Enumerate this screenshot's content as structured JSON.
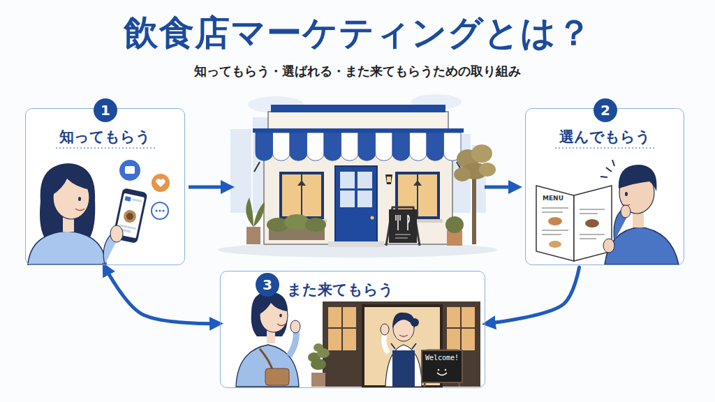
{
  "diagram": {
    "title": "飲食店マーケティングとは？",
    "nodes": [
      {
        "text": [
          "知ってもらう"
        ]
      },
      {
        "text": [
          "1"
        ],
        "in": 0
      },
      {
        "text": [
          "選んでもらう"
        ]
      },
      {
        "text": [
          "2"
        ],
        "in": 2
      },
      {
        "text": [
          "また来てもらう"
        ]
      },
      {
        "text": [
          "3"
        ],
        "in": 4
      }
    ],
    "edges": [
      {
        "from": 2,
        "to": 4,
        "arrow": "to"
      },
      {
        "from": 4,
        "to": 0,
        "arrow": "both"
      }
    ],
    "labels": [
      "知ってもらう・選ばれる・また来てもらうための取り組み",
      "MENU",
      "Welcome!"
    ]
  }
}
